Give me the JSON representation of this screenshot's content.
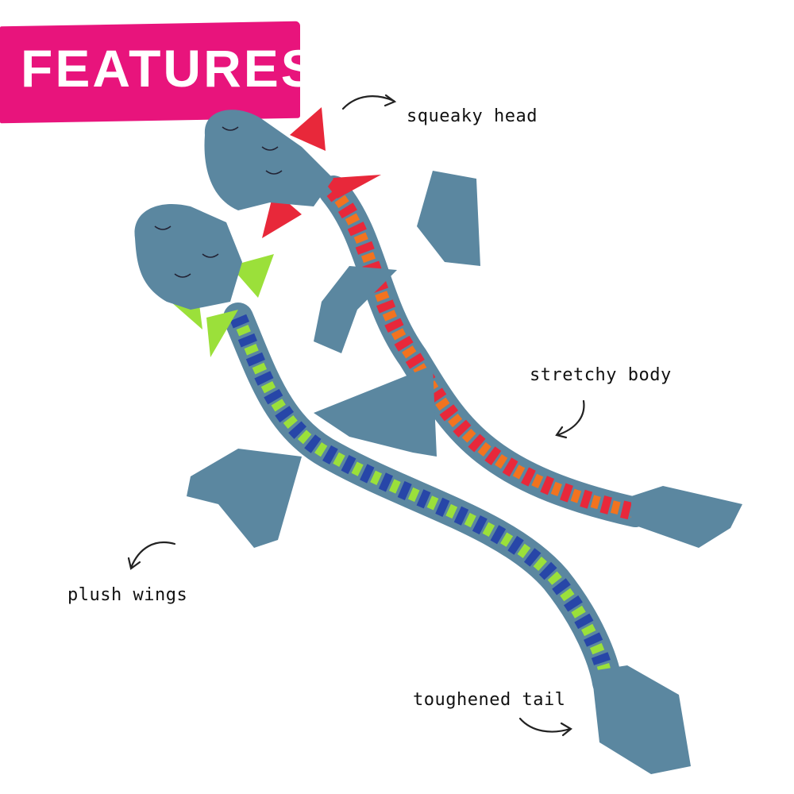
{
  "banner": {
    "title": "FEATURES"
  },
  "callouts": {
    "squeaky_head": "squeaky head",
    "stretchy_body": "stretchy body",
    "plush_wings": "plush wings",
    "toughened_tail": "toughened tail"
  },
  "colors": {
    "banner": "#e8147c",
    "fleece": "#5b87a0",
    "red": "#e8283a",
    "orange": "#f2731f",
    "lime": "#9be03a",
    "blue": "#2746a8"
  }
}
